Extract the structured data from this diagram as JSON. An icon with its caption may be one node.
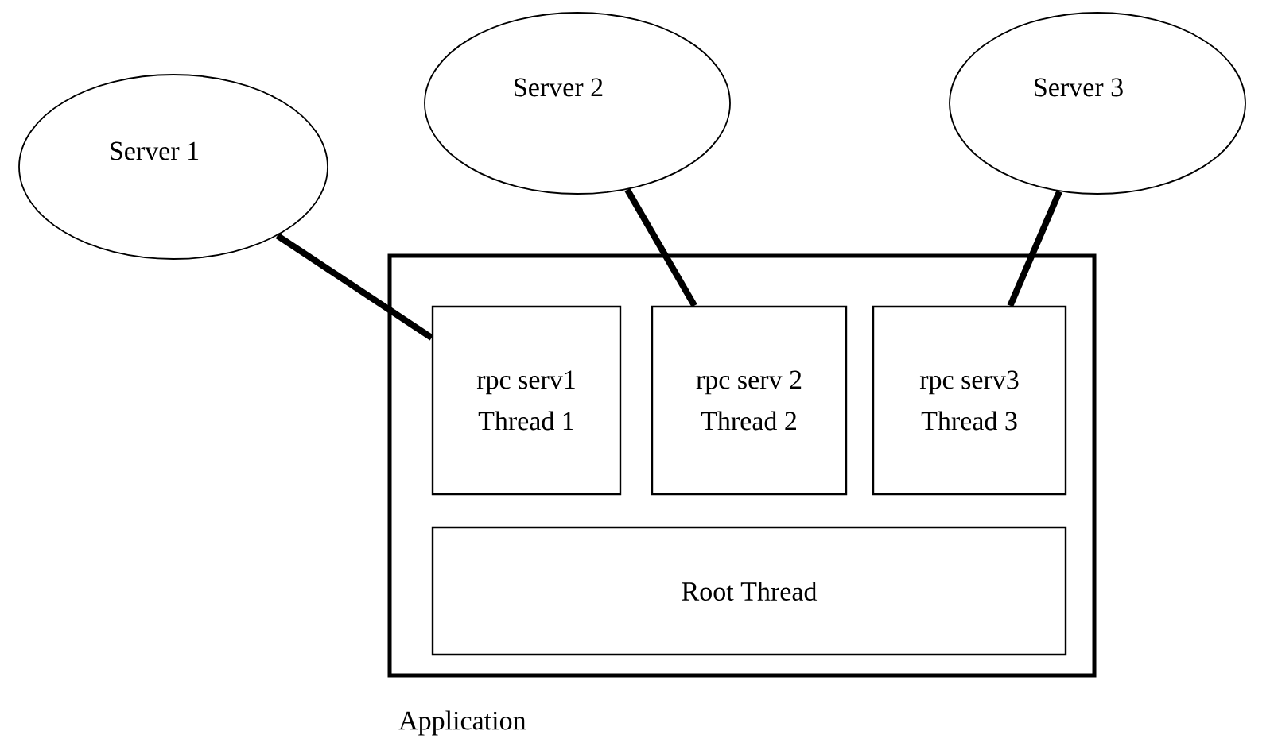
{
  "diagram": {
    "nodes": [
      {
        "text": [
          "Server 1"
        ]
      },
      {
        "text": [
          "Server 2"
        ]
      },
      {
        "text": [
          "Server 3"
        ]
      },
      {
        "text": [
          "Application"
        ]
      },
      {
        "text": [
          "rpc serv1",
          "Thread 1"
        ],
        "in": 3
      },
      {
        "text": [
          "rpc serv 2",
          "Thread 2"
        ],
        "in": 3
      },
      {
        "text": [
          "rpc serv3",
          "Thread 3"
        ],
        "in": 3
      },
      {
        "text": [
          "Root Thread"
        ],
        "in": 3
      }
    ],
    "edges": [
      {
        "from": 0,
        "to": 4,
        "arrow": "none"
      },
      {
        "from": 1,
        "to": 5,
        "arrow": "none"
      },
      {
        "from": 2,
        "to": 6,
        "arrow": "none"
      }
    ]
  }
}
